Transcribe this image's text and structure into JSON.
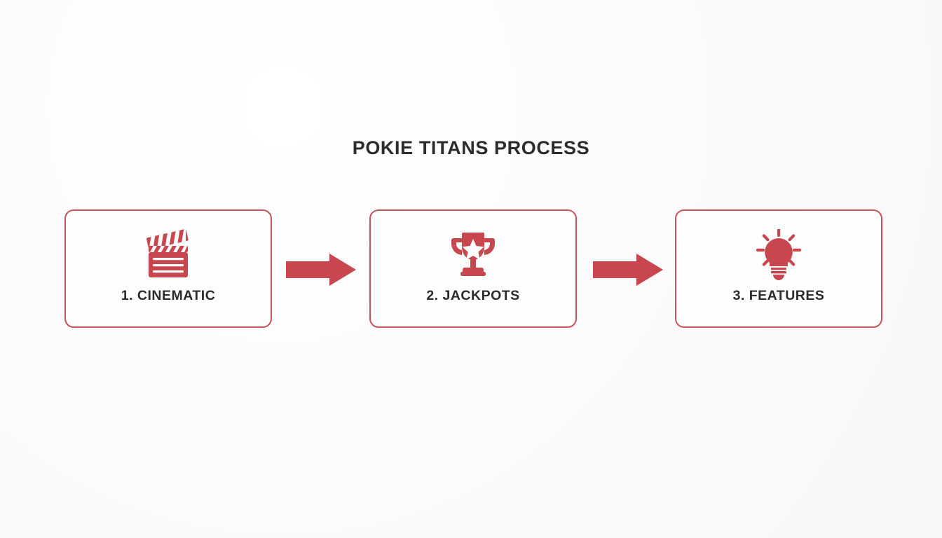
{
  "page": {
    "title": "POKIE TITANS PROCESS",
    "background_color": "#fbfafa",
    "accent_color": "#c8474f",
    "border_color": "#c8545c",
    "text_color": "#2b2b2d",
    "card_background": "#fefefe",
    "type": "process-flow-diagram",
    "step_count": 3
  },
  "steps": [
    {
      "number": "1",
      "label": "1. CINEMATIC",
      "icon": "clapperboard-icon",
      "icon_color": "#c8474f"
    },
    {
      "number": "2",
      "label": "2. JACKPOTS",
      "icon": "trophy-star-icon",
      "icon_color": "#c8474f"
    },
    {
      "number": "3",
      "label": "3. FEATURES",
      "icon": "lightbulb-icon",
      "icon_color": "#c8474f"
    }
  ],
  "connectors": [
    {
      "icon": "arrow-right-icon",
      "color": "#c8474f",
      "from": "1. CINEMATIC",
      "to": "2. JACKPOTS"
    },
    {
      "icon": "arrow-right-icon",
      "color": "#c8474f",
      "from": "2. JACKPOTS",
      "to": "3. FEATURES"
    }
  ]
}
